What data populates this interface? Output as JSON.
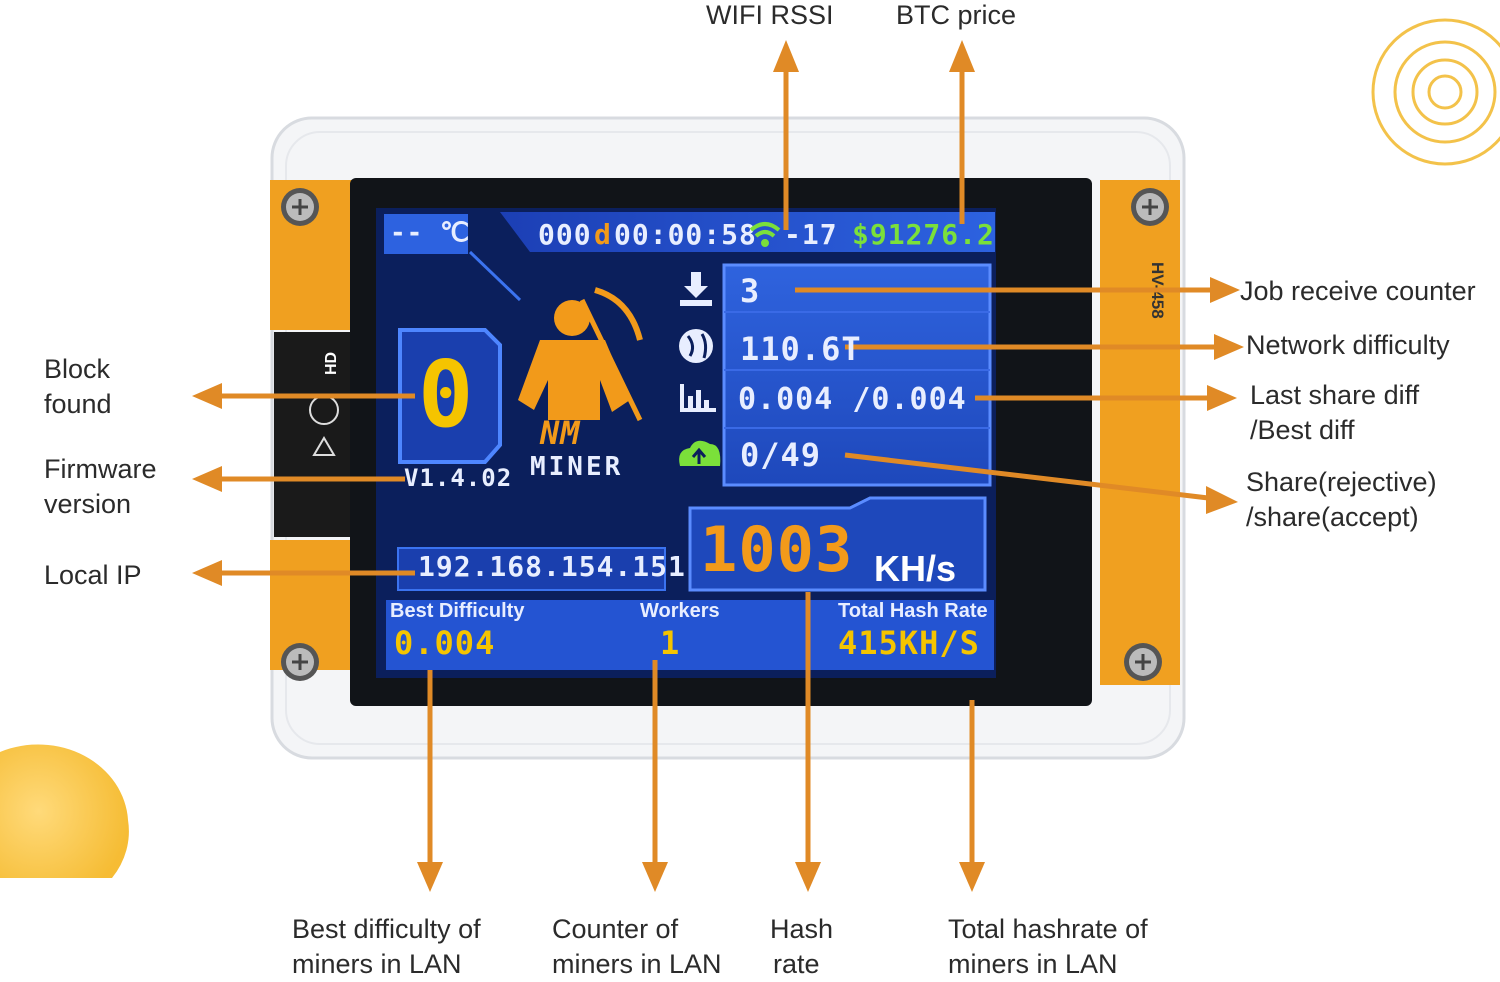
{
  "device": {
    "temperature": "-- ℃",
    "uptime_prefix": "000",
    "uptime_day_unit": "d",
    "uptime_time": "00:00:58",
    "wifi_rssi": "-17",
    "btc_price": "$91276.2",
    "block_found": "0",
    "firmware": "V1.4.02",
    "logo_top": "NM",
    "logo_bottom": "MINER",
    "job_counter": "3",
    "network_difficulty": "110.6T",
    "share_diff": "0.004 /0.004",
    "shares": "0/49",
    "hash_rate_value": "1003",
    "hash_rate_unit": "KH/s",
    "local_ip": "192.168.154.151",
    "best_difficulty_label": "Best Difficulty",
    "best_difficulty_value": "0.004",
    "workers_label": "Workers",
    "workers_value": "1",
    "total_hash_label": "Total Hash Rate",
    "total_hash_value": "415KH/S",
    "board_marking": "HV-458",
    "side_marking": "HD"
  },
  "annotations": {
    "wifi_rssi": "WIFI RSSI",
    "btc_price": "BTC price",
    "job_counter": "Job receive counter",
    "network_difficulty": "Network difficulty",
    "last_share_line1": "Last share diff",
    "last_share_line2": "/Best diff",
    "share_line1": "Share(rejective)",
    "share_line2": "/share(accept)",
    "block_line1": "Block",
    "block_line2": "found",
    "firmware_line1": "Firmware",
    "firmware_line2": "version",
    "local_ip": "Local IP",
    "best_diff_line1": "Best difficulty of",
    "best_diff_line2": "miners in LAN",
    "counter_line1": "Counter of",
    "counter_line2": "miners in LAN",
    "hash_line1": "Hash",
    "hash_line2": "rate",
    "total_line1": "Total hashrate of",
    "total_line2": "miners in LAN"
  },
  "colors": {
    "arrow": "#e08a26",
    "screen_bg": "#0b1f5c",
    "panel": "#2a5ad6",
    "lcd_white": "#e8eeff",
    "lcd_yellow": "#f5c400",
    "lcd_green": "#7be03a",
    "lcd_orange": "#f29a1a",
    "frame_orange": "#f0a020",
    "accent_circle": "#f5c33b"
  }
}
